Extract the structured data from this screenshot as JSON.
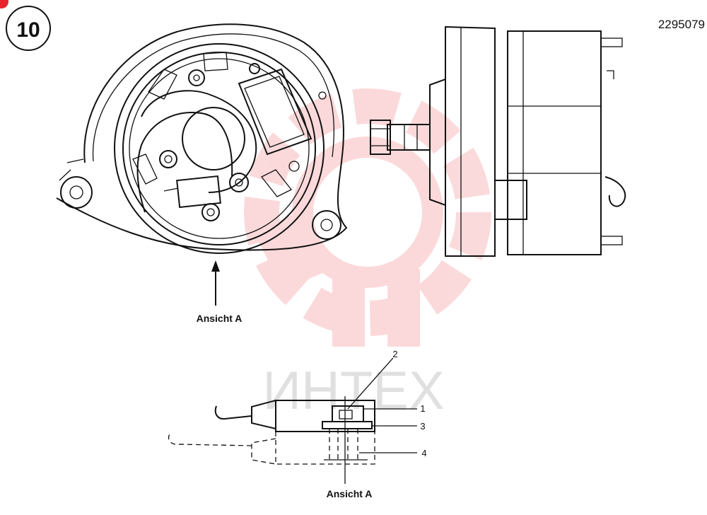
{
  "figure": {
    "step_number": "10",
    "part_number": "2295079",
    "view_label_top": "Ansicht A",
    "view_label_bottom": "Ansicht A",
    "callouts": [
      "1",
      "2",
      "3",
      "4"
    ]
  },
  "watermark": {
    "text": "ИНТЕХ",
    "color": "#e8232a"
  }
}
